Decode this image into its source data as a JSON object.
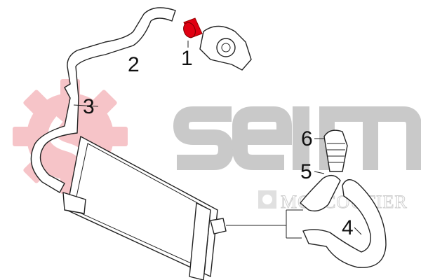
{
  "diagram": {
    "brand_logo": "seim",
    "watermark": "MGI COUTIER",
    "callouts": [
      {
        "label": "1",
        "highlighted": true
      },
      {
        "label": "2"
      },
      {
        "label": "3"
      },
      {
        "label": "4"
      },
      {
        "label": "5"
      },
      {
        "label": "6"
      }
    ],
    "colors": {
      "highlight": "#e00012",
      "gear": "#f6c4c8",
      "logo": "#c9c9c9"
    }
  }
}
